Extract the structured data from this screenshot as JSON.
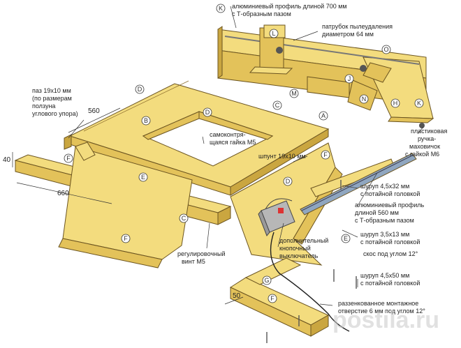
{
  "labels": {
    "k_profile": "алюминиевый профиль длиной 700 мм",
    "k_profile2": "с Т-образным пазом",
    "dust1": "патрубок пылеудаления",
    "dust2": "диаметром 64 мм",
    "slot1": "паз 19х10 мм",
    "slot2": "(по размерам",
    "slot3": "ползуна",
    "slot4": "углового упора)",
    "nut1": "самоконтря-",
    "nut2": "щаяся гайка М5",
    "spline": "шпунт 19х10 мм",
    "knob1": "пластиковая",
    "knob2": "ручка-",
    "knob3": "маховичок",
    "knob4": "с гайкой М6",
    "s1a": "шуруп 4,5х32 мм",
    "s1b": "с потайной головкой",
    "prof1": "алюминиевый профиль",
    "prof2": "длиной 560 мм",
    "prof3": "с Т-образным пазом",
    "s2a": "шуруп 3,5х13 мм",
    "s2b": "с потайной головкой",
    "s2c": "скос под углом 12°",
    "sw1": "дополнительный",
    "sw2": "кнопочный",
    "sw3": "выключатель",
    "adj1": "регулировочный",
    "adj2": "винт М5",
    "s3a": "шуруп 4,5х50 мм",
    "s3b": "с потайной головкой",
    "hole1": "раззенкованное монтажное",
    "hole2": "отверстие 6 мм под углом 12°"
  },
  "dims": {
    "d560": "560",
    "d40": "40",
    "d660": "660",
    "d50": "50"
  },
  "callouts": [
    "K",
    "L",
    "D",
    "O",
    "J",
    "N",
    "M",
    "H",
    "K",
    "D",
    "C",
    "B",
    "A",
    "F",
    "F",
    "E",
    "D",
    "C",
    "F",
    "E",
    "G",
    "F"
  ],
  "watermark": "postila.ru"
}
